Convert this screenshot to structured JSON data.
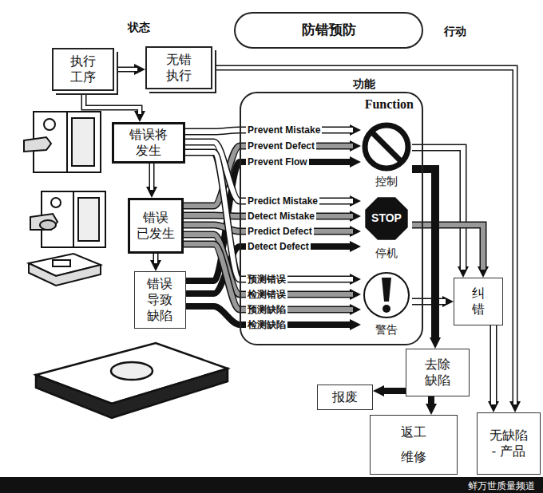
{
  "diagram": {
    "nodes": [
      {
        "text": [
          "防错预防"
        ]
      },
      {
        "text": [
          "执行 工序"
        ]
      },
      {
        "text": [
          "无错 执行"
        ]
      },
      {
        "text": [
          "错误将 发生"
        ]
      },
      {
        "text": [
          "错误 已发生"
        ]
      },
      {
        "text": [
          "错误 导致 缺陷"
        ]
      },
      {
        "text": [
          "功能",
          "Function"
        ]
      },
      {
        "text": [
          "控制"
        ],
        "in": 6
      },
      {
        "text": [
          "STOP",
          "停机"
        ],
        "in": 6
      },
      {
        "text": [
          "警告"
        ],
        "in": 6
      },
      {
        "text": [
          "纠错"
        ]
      },
      {
        "text": [
          "去除缺陷"
        ]
      },
      {
        "text": [
          "报废"
        ]
      },
      {
        "text": [
          "返工 维修"
        ]
      },
      {
        "text": [
          "无缺陷 - 产品"
        ]
      }
    ],
    "edges": [
      {
        "from": 1,
        "to": 2,
        "arrow": "to"
      },
      {
        "from": 1,
        "to": 3,
        "arrow": "to"
      },
      {
        "from": 3,
        "to": 4,
        "arrow": "to"
      },
      {
        "from": 4,
        "to": 5,
        "arrow": "to"
      },
      {
        "from": 2,
        "to": 14,
        "arrow": "to"
      },
      {
        "from": 3,
        "to": 7,
        "label": "Prevent Mistake",
        "arrow": "to"
      },
      {
        "from": 4,
        "to": 7,
        "label": "Prevent Defect",
        "arrow": "to"
      },
      {
        "from": 5,
        "to": 7,
        "label": "Prevent Flow",
        "arrow": "to"
      },
      {
        "from": 3,
        "to": 8,
        "label": "Predict Mistake",
        "arrow": "to"
      },
      {
        "from": 4,
        "to": 8,
        "label": "Detect Mistake",
        "arrow": "to"
      },
      {
        "from": 4,
        "to": 8,
        "label": "Predict Defect",
        "arrow": "to"
      },
      {
        "from": 5,
        "to": 8,
        "label": "Detect Defect",
        "arrow": "to"
      },
      {
        "from": 3,
        "to": 9,
        "label": "预测错误",
        "arrow": "to"
      },
      {
        "from": 4,
        "to": 9,
        "label": "检测错误",
        "arrow": "to"
      },
      {
        "from": 4,
        "to": 9,
        "label": "预测缺陷",
        "arrow": "to"
      },
      {
        "from": 5,
        "to": 9,
        "label": "检测缺陷",
        "arrow": "to"
      },
      {
        "from": 7,
        "to": 10,
        "arrow": "to"
      },
      {
        "from": 8,
        "to": 10,
        "arrow": "to"
      },
      {
        "from": 9,
        "to": 10,
        "arrow": "to"
      },
      {
        "from": 7,
        "to": 11,
        "arrow": "to"
      },
      {
        "from": 11,
        "to": 12,
        "arrow": "to"
      },
      {
        "from": 11,
        "to": 13,
        "arrow": "to"
      },
      {
        "from": 10,
        "to": 14,
        "arrow": "to"
      }
    ],
    "labels": [
      "状态",
      "行动",
      "鲜万世质量频道"
    ]
  }
}
